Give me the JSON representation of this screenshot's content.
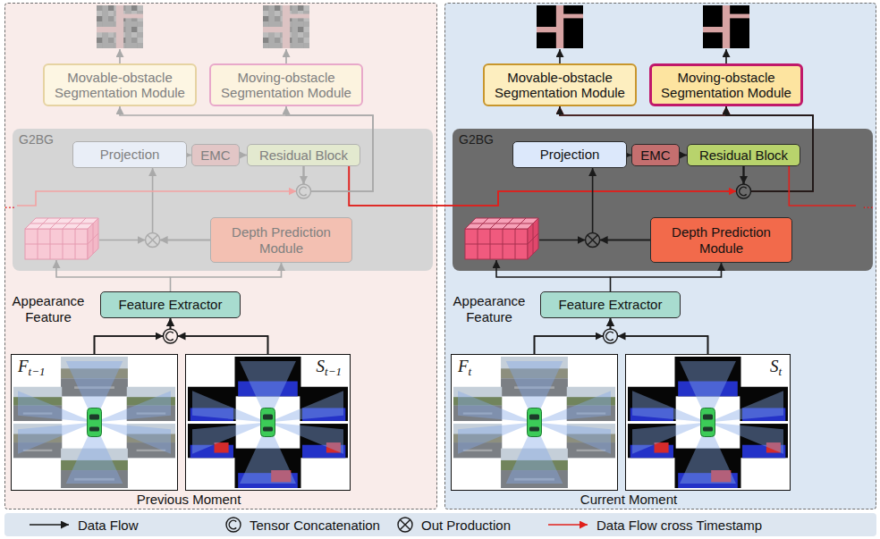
{
  "diagram": {
    "nodes": [
      {
        "text": [
          "Previous Moment"
        ]
      },
      {
        "text": [
          "Movable-obstacle Segmentation Module"
        ],
        "in": 0
      },
      {
        "text": [
          "Moving-obstacle Segmentation Module"
        ],
        "in": 0
      },
      {
        "text": [
          "G2BG"
        ],
        "in": 0
      },
      {
        "text": [
          "Projection"
        ],
        "in": 3
      },
      {
        "text": [
          "EMC"
        ],
        "in": 3
      },
      {
        "text": [
          "Residual Block"
        ],
        "in": 3
      },
      {
        "text": [
          "Depth Prediction Module"
        ],
        "in": 3
      },
      {
        "text": [
          "Feature Extractor"
        ],
        "in": 0
      },
      {
        "text": [
          "F",
          "t−1"
        ],
        "in": 0
      },
      {
        "text": [
          "S",
          "t−1"
        ],
        "in": 0
      },
      {
        "text": [
          "Current Moment"
        ]
      },
      {
        "text": [
          "Movable-obstacle Segmentation Module"
        ],
        "in": 11
      },
      {
        "text": [
          "Moving-obstacle Segmentation Module"
        ],
        "in": 11
      },
      {
        "text": [
          "G2BG"
        ],
        "in": 11
      },
      {
        "text": [
          "Projection"
        ],
        "in": 14
      },
      {
        "text": [
          "EMC"
        ],
        "in": 14
      },
      {
        "text": [
          "Residual Block"
        ],
        "in": 14
      },
      {
        "text": [
          "Depth Prediction Module"
        ],
        "in": 14
      },
      {
        "text": [
          "Feature Extractor"
        ],
        "in": 11
      },
      {
        "text": [
          "F",
          "t"
        ],
        "in": 11
      },
      {
        "text": [
          "S",
          "t"
        ],
        "in": 11
      }
    ],
    "edges": [
      {
        "from": 9,
        "to": 8,
        "arrow": "to"
      },
      {
        "from": 10,
        "to": 8,
        "arrow": "to"
      },
      {
        "from": 8,
        "to": 7,
        "arrow": "to"
      },
      {
        "from": 7,
        "to": 4,
        "arrow": "to"
      },
      {
        "from": 4,
        "to": 5,
        "arrow": "to"
      },
      {
        "from": 5,
        "to": 6,
        "arrow": "to"
      },
      {
        "from": 6,
        "to": 1,
        "arrow": "to"
      },
      {
        "from": 6,
        "to": 2,
        "arrow": "to"
      },
      {
        "from": 6,
        "to": 12,
        "arrow": "to"
      },
      {
        "from": 6,
        "to": 13,
        "arrow": "to"
      },
      {
        "from": 20,
        "to": 19,
        "arrow": "to"
      },
      {
        "from": 21,
        "to": 19,
        "arrow": "to"
      },
      {
        "from": 19,
        "to": 18,
        "arrow": "to"
      },
      {
        "from": 18,
        "to": 15,
        "arrow": "to"
      },
      {
        "from": 15,
        "to": 16,
        "arrow": "to"
      },
      {
        "from": 16,
        "to": 17,
        "arrow": "to"
      },
      {
        "from": 17,
        "to": 12,
        "arrow": "to"
      },
      {
        "from": 17,
        "to": 13,
        "arrow": "to"
      }
    ],
    "labels": [
      "...",
      "Appearance Feature",
      "Appearance Feature",
      "..."
    ],
    "legend": [
      {
        "text": "Data Flow"
      },
      {
        "text": "Tensor Concatenation"
      },
      {
        "text": "Out Production"
      },
      {
        "text": "Data Flow cross Timestamp"
      }
    ]
  }
}
